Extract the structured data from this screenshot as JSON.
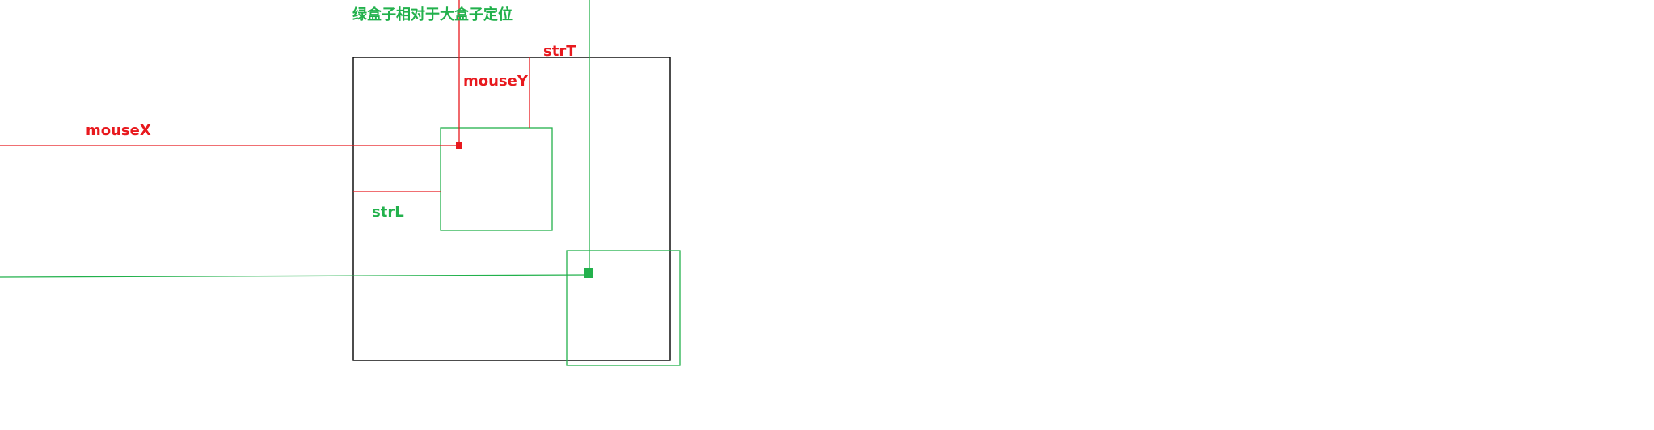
{
  "labels": {
    "caption": "绿盒子相对于大盒子定位",
    "str_t": "strT",
    "mouse_y": "mouseY",
    "mouse_x": "mouseX",
    "str_l": "strL"
  },
  "colors": {
    "red": "#e8191e",
    "green": "#22b14c",
    "black": "#000000",
    "background": "#ffffff"
  }
}
